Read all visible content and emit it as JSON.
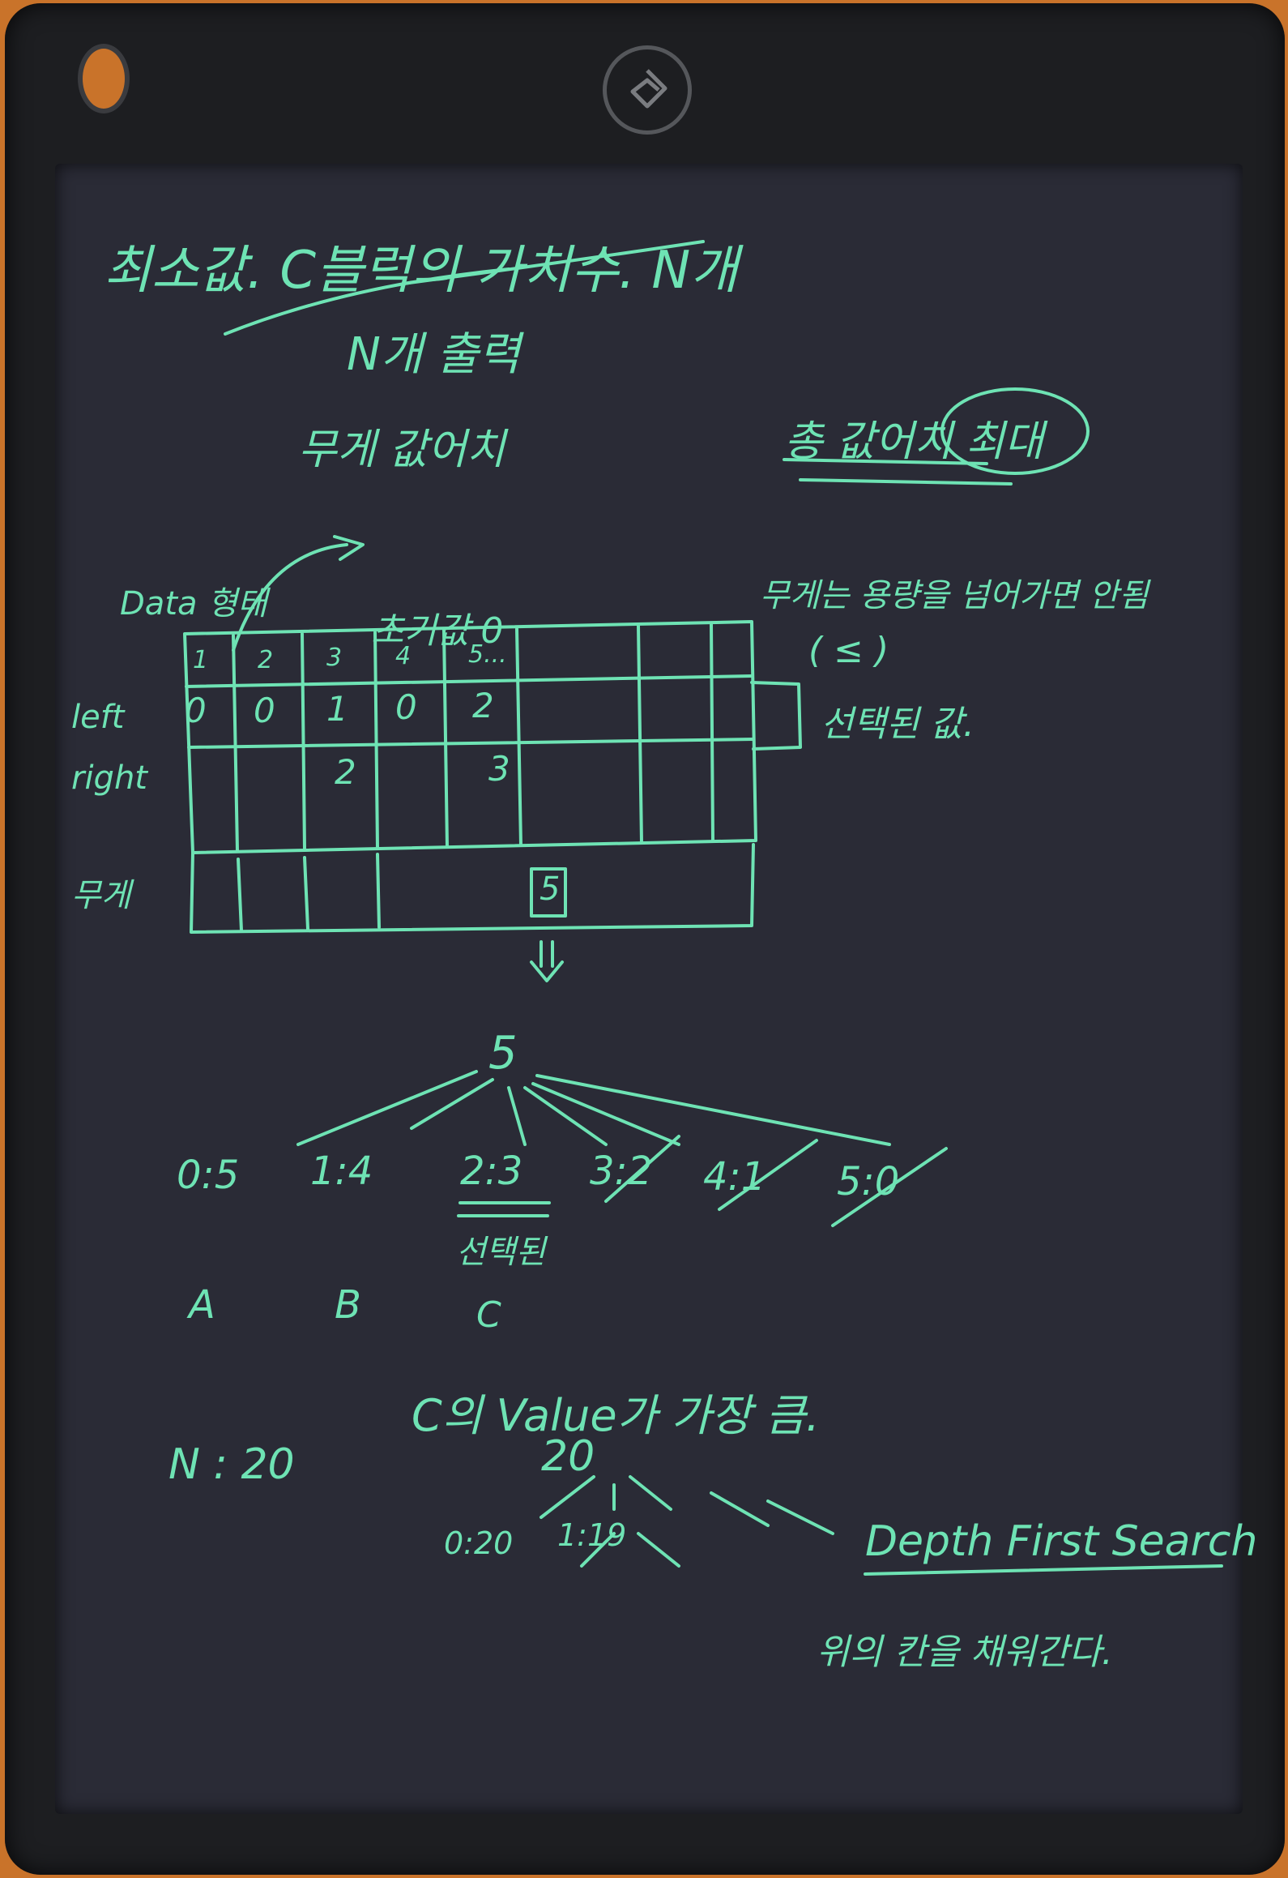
{
  "device": {
    "logo_icon": "tablet-logo-icon"
  },
  "notes": {
    "title": "최소값. C블럭의 가치수. N개",
    "subtitle": "N개 출력",
    "weight_value": "무게 값어치",
    "goal": "총 값어치 최대",
    "condition": "무게는 용량을 넘어가면 안됨",
    "paren": "( ≤ )",
    "data_label": "Data 형태",
    "init_value": "초기값 0",
    "row_left": "left",
    "row_right": "right",
    "row_weight": "무게",
    "selected_value": "선택된 값.",
    "col_headers": [
      "1",
      "2",
      "3",
      "4",
      "5..."
    ],
    "left_values": [
      "0",
      "0",
      "1",
      "0",
      "2"
    ],
    "right_values": [
      "",
      "",
      "2",
      "",
      "3"
    ],
    "weight_cell": "5",
    "root": "5",
    "splits": [
      "0:5",
      "1:4",
      "2:3",
      "3:2",
      "4:1",
      "5:0"
    ],
    "selected": "선택된",
    "options": [
      "A",
      "B",
      "C"
    ],
    "conclusion": "C의 Value가 가장 큼.",
    "n_eq": "N : 20",
    "root2": "20",
    "splits2": [
      "0:20",
      "1:19"
    ],
    "method": "Depth First Search",
    "method_note": "위의 칸을 채워간다."
  },
  "colors": {
    "ink": "#6ee3b4",
    "screen": "#2a2b36",
    "bezel": "#1d1e21",
    "background": "#c9732a"
  }
}
